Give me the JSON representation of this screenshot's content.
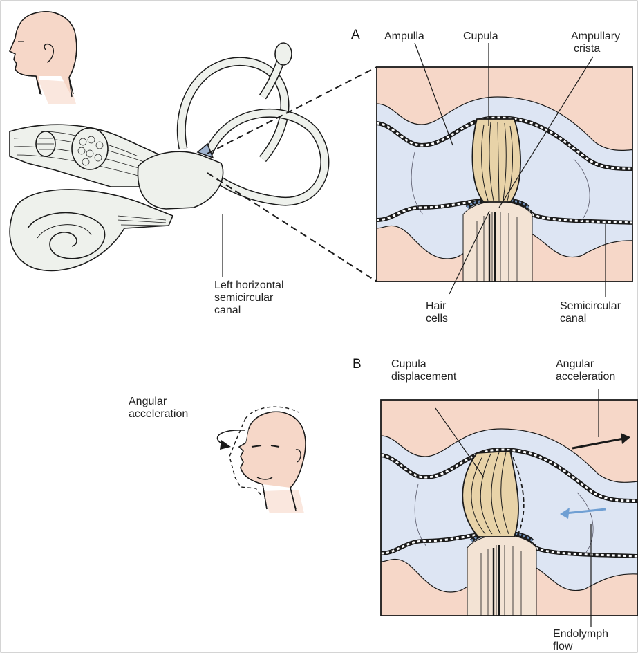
{
  "figure": {
    "colors": {
      "skin": "#f6d7c8",
      "endolymph": "#dde5f3",
      "cupula": "#e8d3a8",
      "labyrinth": "#eef1ec",
      "flow_arrow": "#6f9fd3",
      "line": "#1a1a1a"
    },
    "icons": [
      "head-profile-icon",
      "head-rotating-icon",
      "curved-arrow-icon"
    ],
    "panel_a": {
      "letter": "A",
      "labels": {
        "ampulla": "Ampulla",
        "cupula": "Cupula",
        "ampullary_crista_1": "Ampullary",
        "ampullary_crista_2": "crista",
        "hair_cells_1": "Hair",
        "hair_cells_2": "cells",
        "semicircular_canal_1": "Semicircular",
        "semicircular_canal_2": "canal"
      }
    },
    "panel_b": {
      "letter": "B",
      "labels": {
        "cupula_displacement_1": "Cupula",
        "cupula_displacement_2": "displacement",
        "angular_acceleration_1": "Angular",
        "angular_acceleration_2": "acceleration",
        "endolymph_flow_1": "Endolymph",
        "endolymph_flow_2": "flow"
      }
    },
    "left": {
      "canal_label_1": "Left horizontal",
      "canal_label_2": "semicircular",
      "canal_label_3": "canal",
      "head_label_1": "Angular",
      "head_label_2": "acceleration"
    }
  }
}
